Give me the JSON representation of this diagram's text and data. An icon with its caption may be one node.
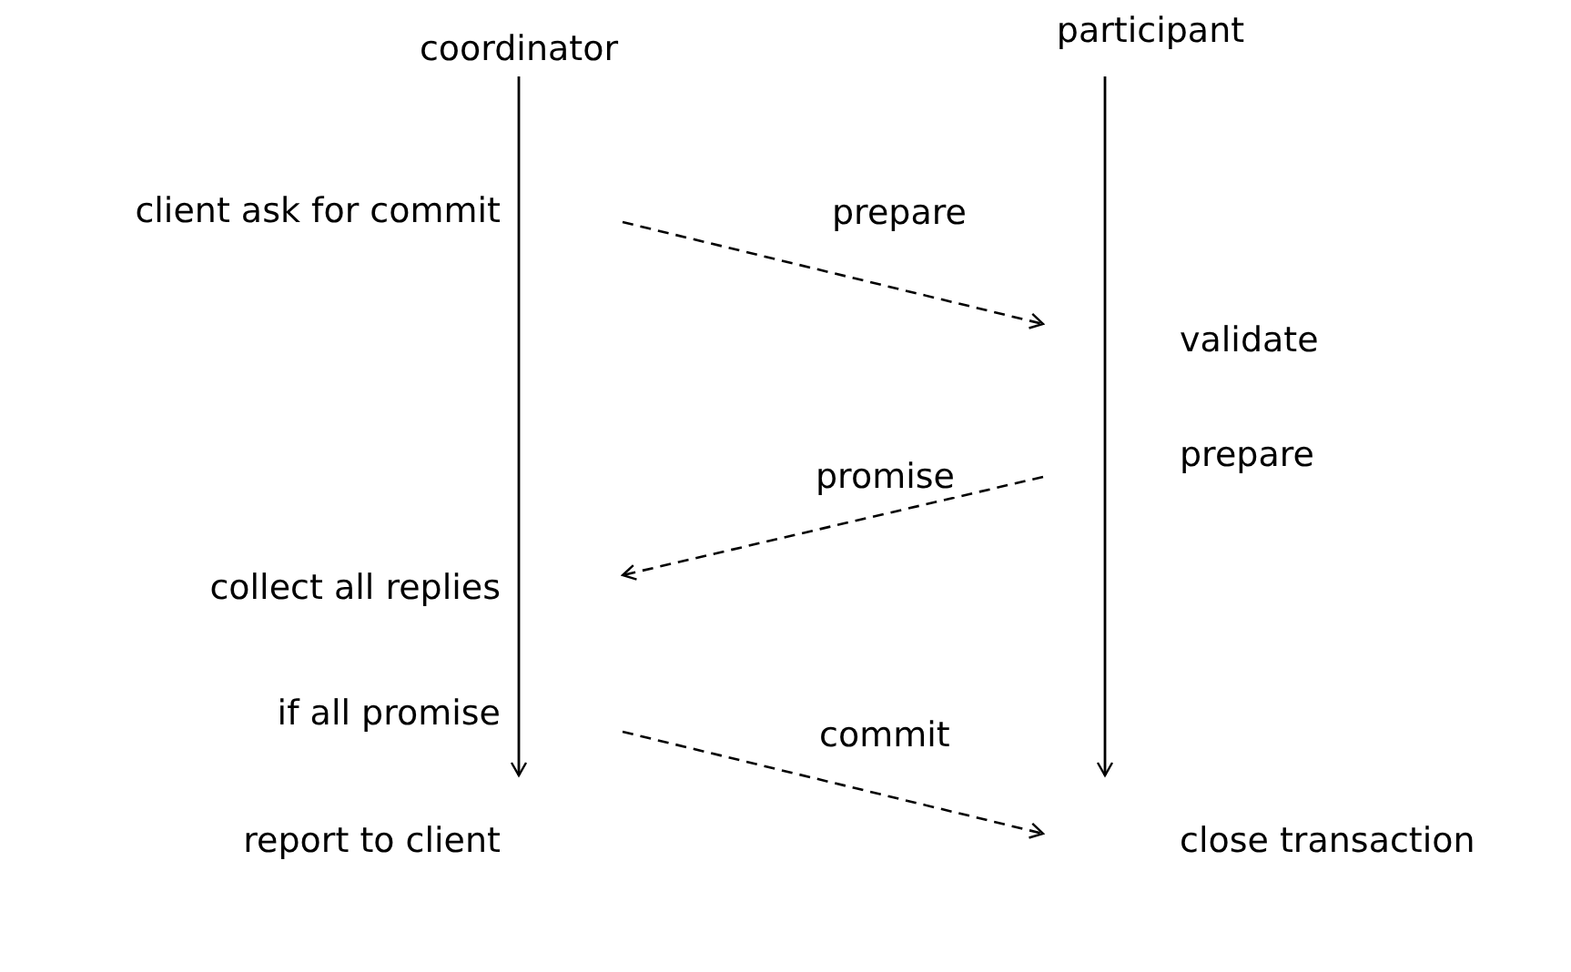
{
  "diagram": {
    "nodes": [
      {
        "text": [
          "coordinator"
        ]
      },
      {
        "text": [
          "participant"
        ]
      }
    ],
    "edges": [
      {
        "from": 0,
        "to": 1,
        "arrow": "to",
        "label": "prepare",
        "style": "dashed"
      },
      {
        "from": 1,
        "to": 0,
        "arrow": "to",
        "label": "promise",
        "style": "dashed"
      },
      {
        "from": 0,
        "to": 1,
        "arrow": "to",
        "label": "commit",
        "style": "dashed"
      }
    ],
    "labels": [
      "client ask for commit",
      "validate",
      "prepare",
      "collect all replies",
      "if all promise",
      "report to client",
      "close transaction"
    ]
  }
}
